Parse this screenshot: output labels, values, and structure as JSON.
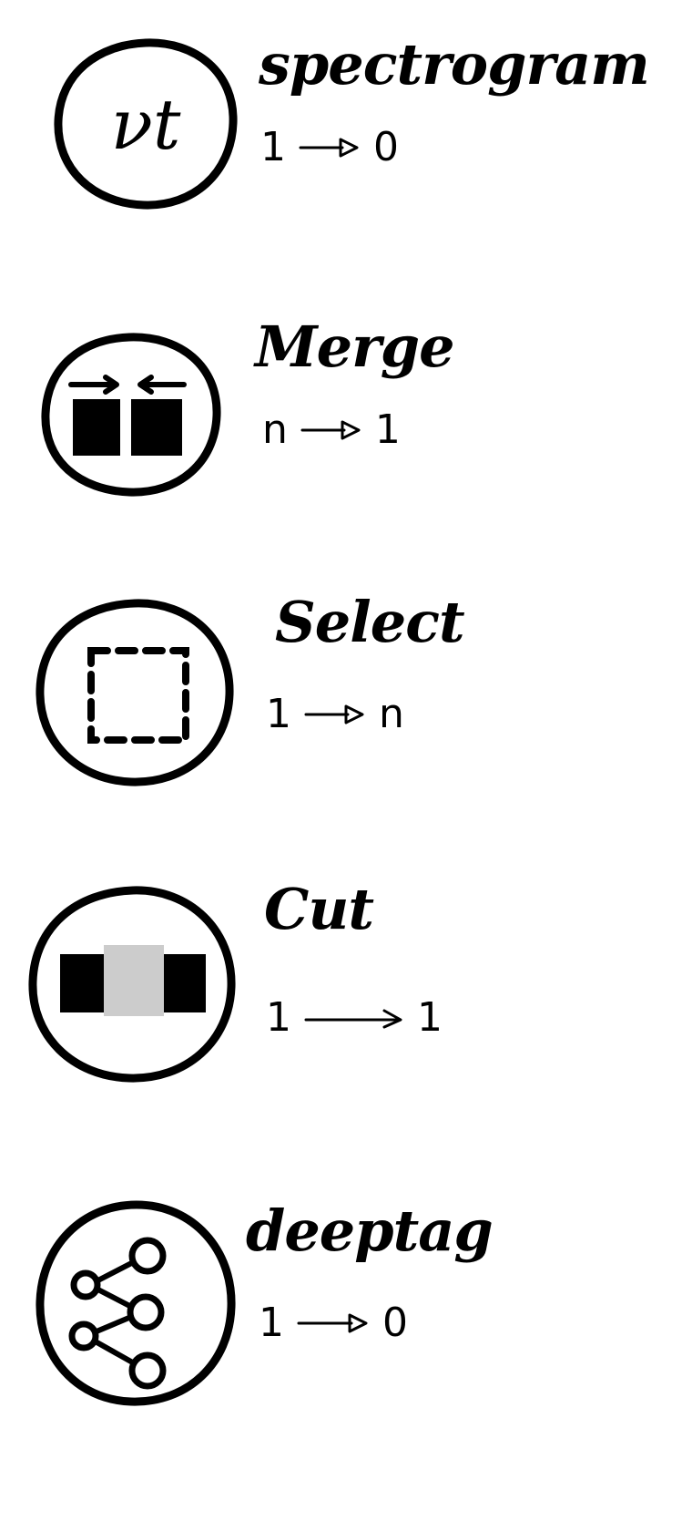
{
  "nodes": [
    {
      "title": "spectrogram",
      "arity": {
        "input": "1",
        "output": "0"
      },
      "icon": "spectrogram-icon",
      "icon_text": "νt"
    },
    {
      "title": "Merge",
      "arity": {
        "input": "n",
        "output": "1"
      },
      "icon": "merge-icon"
    },
    {
      "title": "Select",
      "arity": {
        "input": "1",
        "output": "n"
      },
      "icon": "select-icon"
    },
    {
      "title": "Cut",
      "arity": {
        "input": "1",
        "output": "1"
      },
      "icon": "cut-icon"
    },
    {
      "title": "deeptag",
      "arity": {
        "input": "1",
        "output": "0"
      },
      "icon": "deeptag-icon"
    }
  ],
  "colors": {
    "ink": "#000000",
    "cut_highlight": "#cccccc",
    "background": "#ffffff"
  }
}
